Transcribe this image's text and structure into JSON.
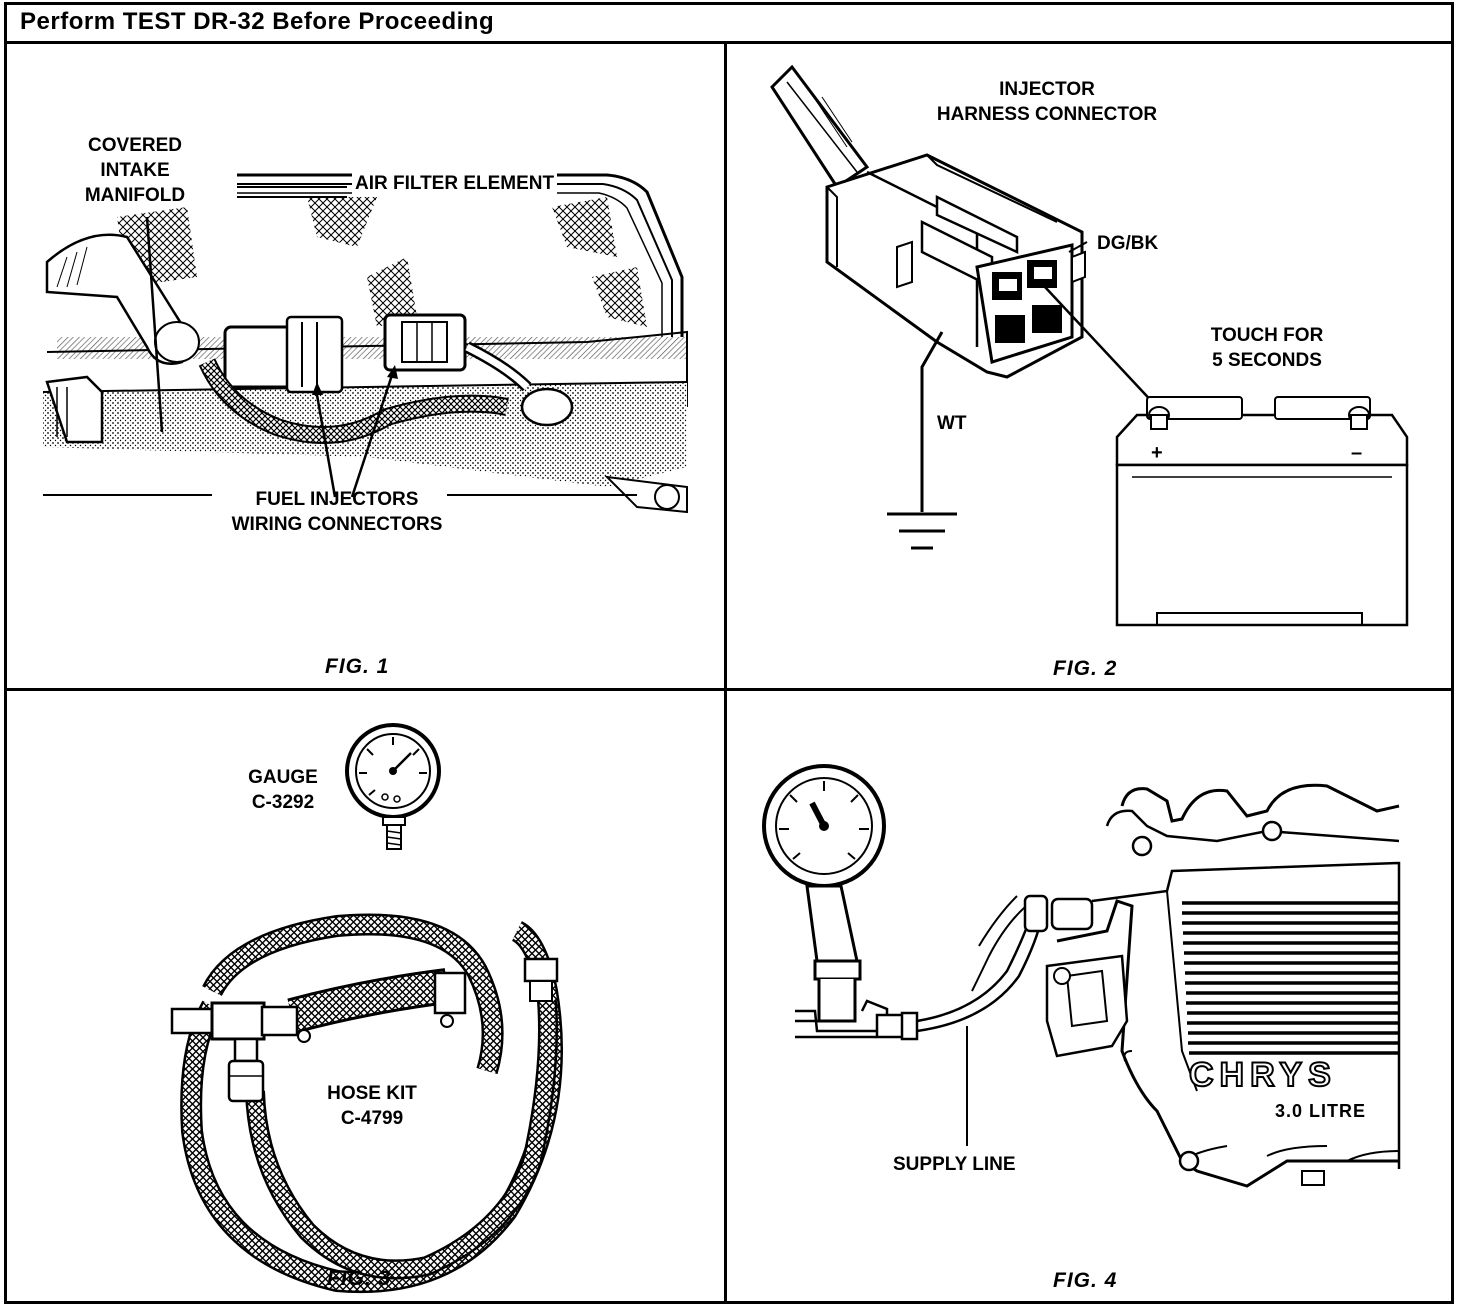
{
  "header": {
    "title": "Perform TEST DR-32 Before Proceeding"
  },
  "fig1": {
    "caption": "FIG. 1",
    "label_manifold": [
      "COVERED",
      "INTAKE",
      "MANIFOLD"
    ],
    "label_air_filter": "AIR FILTER ELEMENT",
    "label_connectors": [
      "FUEL INJECTORS",
      "WIRING CONNECTORS"
    ]
  },
  "fig2": {
    "caption": "FIG. 2",
    "label_connector": [
      "INJECTOR",
      "HARNESS CONNECTOR"
    ],
    "label_dgbk": "DG/BK",
    "label_touch": [
      "TOUCH FOR",
      "5 SECONDS"
    ],
    "label_wt": "WT",
    "battery_plus": "+",
    "battery_minus": "–"
  },
  "fig3": {
    "caption": "FIG. 3",
    "label_gauge": [
      "GAUGE",
      "C-3292"
    ],
    "label_hose": [
      "HOSE KIT",
      "C-4799"
    ]
  },
  "fig4": {
    "caption": "FIG. 4",
    "label_supply": "SUPPLY LINE",
    "engine_brand": "CHRYS",
    "engine_size": "3.0 LITRE"
  }
}
